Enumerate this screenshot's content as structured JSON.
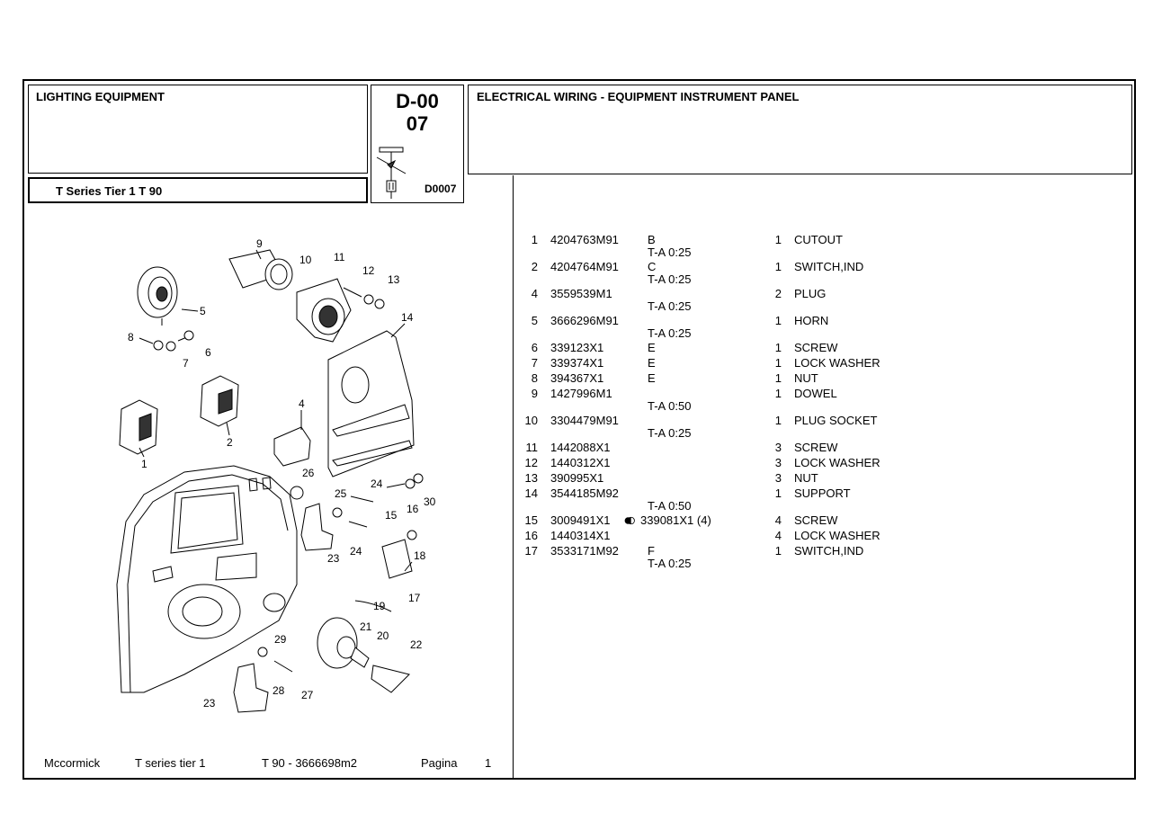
{
  "header": {
    "group_title": "LIGHTING EQUIPMENT",
    "code_line1": "D-00",
    "code_line2": "07",
    "ref_code": "D0007",
    "section_title": "ELECTRICAL WIRING - EQUIPMENT INSTRUMENT PANEL",
    "model": "T Series Tier 1  T 90"
  },
  "parts": [
    {
      "no": "1",
      "part": "4204763M91",
      "var": "B",
      "var2": "T-A 0:25",
      "qty": "1",
      "desc": "CUTOUT"
    },
    {
      "no": "2",
      "part": "4204764M91",
      "var": "C",
      "var2": "T-A 0:25",
      "qty": "1",
      "desc": "SWITCH,IND"
    },
    {
      "no": "4",
      "part": "3559539M1",
      "var": "",
      "var2": "T-A 0:25",
      "qty": "2",
      "desc": "PLUG"
    },
    {
      "no": "5",
      "part": "3666296M91",
      "var": "",
      "var2": "T-A 0:25",
      "qty": "1",
      "desc": "HORN"
    },
    {
      "no": "6",
      "part": "339123X1",
      "var": "E",
      "var2": "",
      "qty": "1",
      "desc": "SCREW"
    },
    {
      "no": "7",
      "part": "339374X1",
      "var": "E",
      "var2": "",
      "qty": "1",
      "desc": "LOCK WASHER"
    },
    {
      "no": "8",
      "part": "394367X1",
      "var": "E",
      "var2": "",
      "qty": "1",
      "desc": "NUT"
    },
    {
      "no": "9",
      "part": "1427996M1",
      "var": "",
      "var2": "T-A 0:50",
      "qty": "1",
      "desc": "DOWEL"
    },
    {
      "no": "10",
      "part": "3304479M91",
      "var": "",
      "var2": "T-A 0:25",
      "qty": "1",
      "desc": "PLUG SOCKET"
    },
    {
      "no": "11",
      "part": "1442088X1",
      "var": "",
      "var2": "",
      "qty": "3",
      "desc": "SCREW"
    },
    {
      "no": "12",
      "part": "1440312X1",
      "var": "",
      "var2": "",
      "qty": "3",
      "desc": "LOCK WASHER"
    },
    {
      "no": "13",
      "part": "390995X1",
      "var": "",
      "var2": "",
      "qty": "3",
      "desc": "NUT"
    },
    {
      "no": "14",
      "part": "3544185M92",
      "var": "",
      "var2": "T-A 0:50",
      "qty": "1",
      "desc": "SUPPORT"
    },
    {
      "no": "15",
      "part": "3009491X1",
      "var": "339081X1  (4)",
      "var2": "",
      "qty": "4",
      "desc": "SCREW",
      "alt": true
    },
    {
      "no": "16",
      "part": "1440314X1",
      "var": "",
      "var2": "",
      "qty": "4",
      "desc": "LOCK WASHER"
    },
    {
      "no": "17",
      "part": "3533171M92",
      "var": "F",
      "var2": "T-A 0:25",
      "qty": "1",
      "desc": "SWITCH,IND"
    }
  ],
  "callouts": [
    "1",
    "2",
    "4",
    "5",
    "6",
    "7",
    "8",
    "9",
    "10",
    "11",
    "12",
    "13",
    "14",
    "15",
    "16",
    "17",
    "18",
    "19",
    "20",
    "21",
    "22",
    "23",
    "23",
    "24",
    "24",
    "25",
    "26",
    "27",
    "28",
    "29",
    "30"
  ],
  "footer": {
    "brand": "Mccormick",
    "series": "T series tier 1",
    "model_doc": "T 90 - 3666698m2",
    "page_label": "Pagina",
    "page_no": "1"
  }
}
